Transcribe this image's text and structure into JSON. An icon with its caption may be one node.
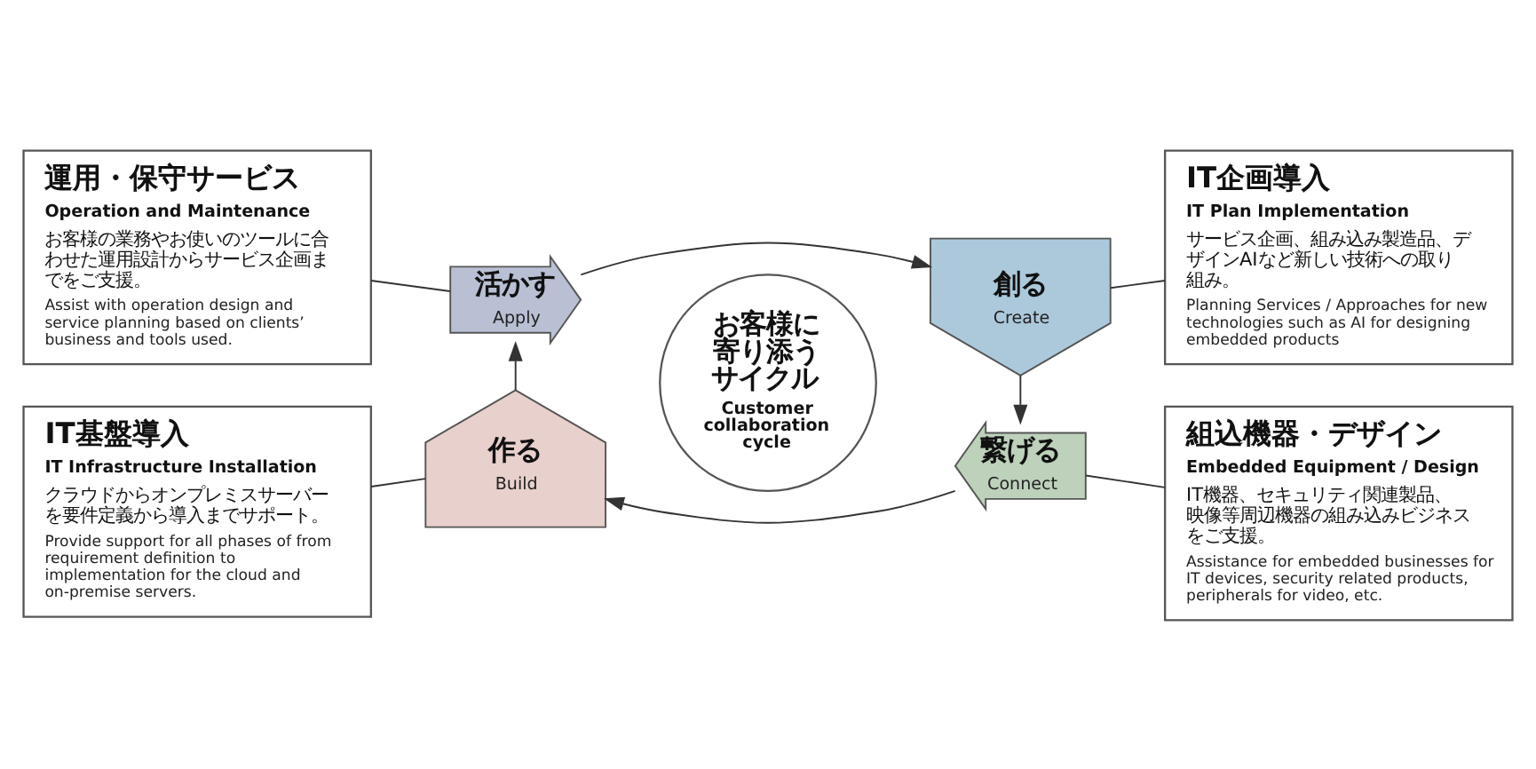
{
  "diagram": {
    "nodes": [
      {
        "text": [
          "運用・保守サービス",
          "Operation and Maintenance",
          "お客様の業務やお使いのツールに合わせた運用設計からサービス企画までをご支援。",
          "Assist with operation design and service planning based on clients’ business and tools used."
        ]
      },
      {
        "text": [
          "IT企画導入",
          "IT Plan Implementation",
          "サービス企画、組み込み製造品、デザインAIなど新しい技術への取り組み。",
          "Planning Services / Approaches for new technologies such as AI for designing embedded products"
        ]
      },
      {
        "text": [
          "活かす",
          "Apply"
        ]
      },
      {
        "text": [
          "創る",
          "Create"
        ]
      },
      {
        "text": [
          "お客様に寄り添うサイクル",
          "Customer collaboration cycle"
        ]
      },
      {
        "text": [
          "作る",
          "Build"
        ]
      },
      {
        "text": [
          "繋げる",
          "Connect"
        ]
      },
      {
        "text": [
          "IT基盤導入",
          "IT Infrastructure Installation",
          "クラウドからオンプレミスサーバーを要件定義から導入までサポート。",
          "Provide support for all phases of from requirement definition to implementation for the cloud and on-premise servers."
        ]
      },
      {
        "text": [
          "組込機器・デザイン",
          "Embedded Equipment / Design",
          "IT機器、セキュリティ関連製品、映像等周辺機器の組み込みビジネスをご支援。",
          "Assistance for embedded businesses for IT devices, security related products, peripherals for video, etc."
        ]
      }
    ],
    "edges": [
      {
        "from": 0,
        "to": 2,
        "arrow": "none"
      },
      {
        "from": 2,
        "to": 3,
        "arrow": "to"
      },
      {
        "from": 3,
        "to": 1,
        "arrow": "none"
      },
      {
        "from": 3,
        "to": 6,
        "arrow": "to"
      },
      {
        "from": 6,
        "to": 5,
        "arrow": "to"
      },
      {
        "from": 5,
        "to": 2,
        "arrow": "to"
      },
      {
        "from": 7,
        "to": 5,
        "arrow": "none"
      },
      {
        "from": 6,
        "to": 8,
        "arrow": "none"
      }
    ]
  }
}
